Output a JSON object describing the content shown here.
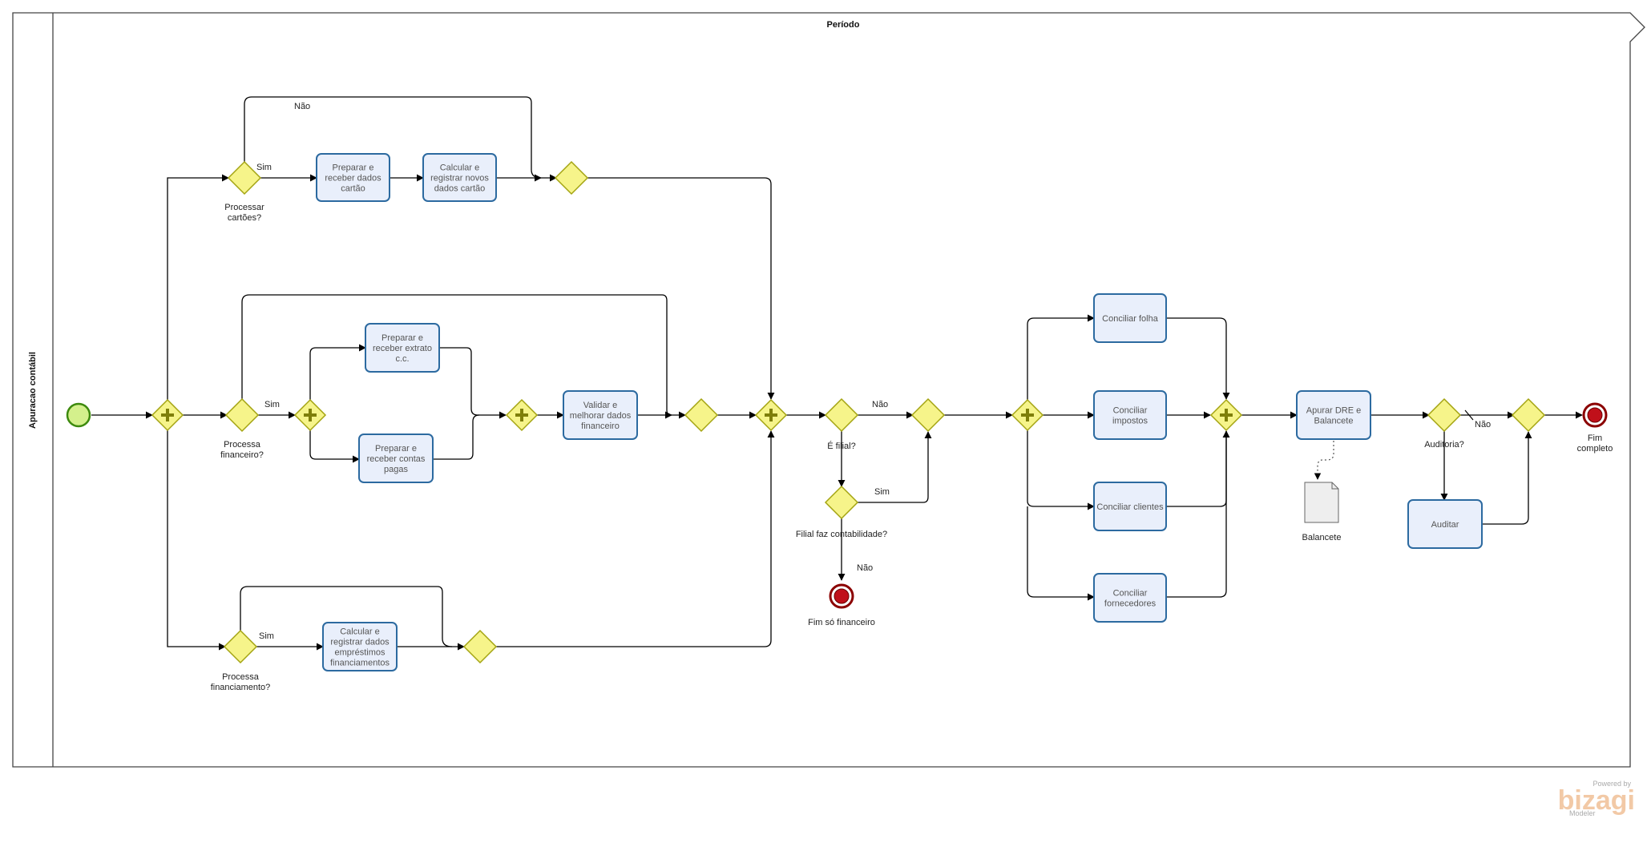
{
  "pool": {
    "lane_label": "Apuracao contábil",
    "phase_label": "Período"
  },
  "tasks": {
    "t_cartao_receber": "Preparar e receber dados cartão",
    "t_cartao_calcular": "Calcular e registrar novos dados cartão",
    "t_extrato": "Preparar e receber extrato c.c.",
    "t_contas_pagas": "Preparar e receber contas pagas",
    "t_validar": "Validar e melhorar dados financeiro",
    "t_emprestimos": "Calcular e registrar dados empréstimos financiamentos",
    "t_folha": "Conciliar folha",
    "t_impostos": "Conciliar impostos",
    "t_clientes": "Conciliar clientes",
    "t_fornecedores": "Conciliar fornecedores",
    "t_dre": "Apurar DRE e Balancete",
    "t_auditar": "Auditar"
  },
  "gateways": {
    "g_cartoes": "Processar cartões?",
    "g_financeiro": "Processa financeiro?",
    "g_financiamento": "Processa financiamento?",
    "g_filial": "É filial?",
    "g_filial_contab": "Filial faz contabilidade?",
    "g_auditoria": "Auditoria?"
  },
  "flow_labels": {
    "cartoes_sim": "Sim",
    "cartoes_nao": "Não",
    "financeiro_sim": "Sim",
    "financiamento_sim": "Sim",
    "filial_nao": "Não",
    "filial_contab_sim": "Sim",
    "filial_contab_nao": "Não",
    "auditoria_nao": "Não"
  },
  "events": {
    "end_financeiro": "Fim só financeiro",
    "end_completo": "Fim completo"
  },
  "artifacts": {
    "balancete": "Balancete"
  },
  "branding": {
    "powered_by": "Powered by",
    "logo": "bizagi",
    "product": "Modeler"
  },
  "colors": {
    "task_fill": "#e9effb",
    "task_border": "#2c6aa0",
    "gateway_fill": "#f6f48a",
    "start_event": "#d4f08c",
    "end_event": "#c0101a"
  }
}
